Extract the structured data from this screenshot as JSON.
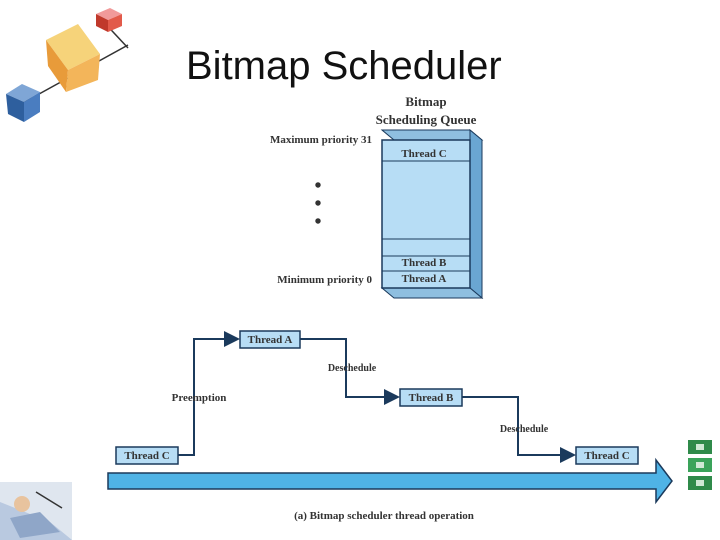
{
  "slide": {
    "title": "Bitmap Scheduler"
  },
  "queue": {
    "header_line1": "Bitmap",
    "header_line2": "Scheduling Queue",
    "max_label": "Maximum priority 31",
    "min_label": "Minimum priority 0",
    "slot_top": "Thread C",
    "slot_b": "Thread B",
    "slot_a": "Thread A",
    "ellipsis": "•\n•\n•"
  },
  "timeline": {
    "thread_c_start": "Thread C",
    "thread_a": "Thread A",
    "thread_b": "Thread B",
    "thread_c_end": "Thread C",
    "preemption": "Preemption",
    "deschedule_1": "Deschedule",
    "deschedule_2": "Deschedule",
    "caption": "(a) Bitmap scheduler thread operation"
  },
  "colors": {
    "box_fill": "#b7ddf5",
    "box_edge": "#1b3a5c",
    "arrow_fill": "#4fb3e6",
    "text": "#333333"
  },
  "icons": {
    "top_left": "clipart-cubes-icon",
    "bottom_left": "clipart-figure-icon",
    "bottom_right": "clipart-books-icon"
  }
}
